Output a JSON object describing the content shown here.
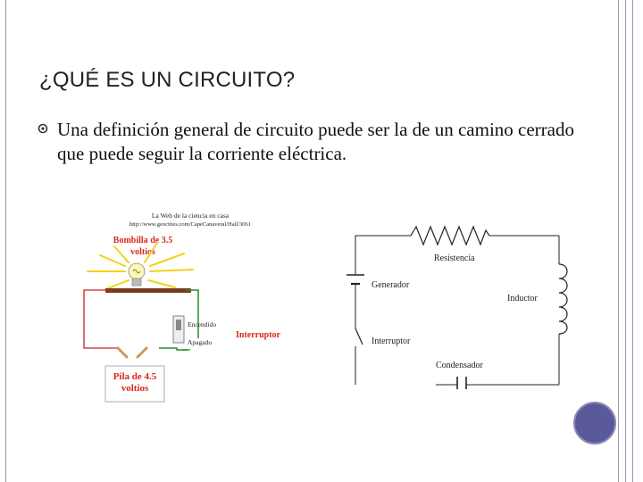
{
  "slide": {
    "title": "¿QUÉ ES UN CIRCUITO?",
    "bullet": "Una definición general de circuito puede ser la de un camino cerrado que puede seguir la corriente eléctrica."
  },
  "left_diagram": {
    "site_title": "La Web de la ciencia en casa",
    "site_url": "http://www.geocities.com/CapeCanaveral/Hall/3061",
    "bulb_label_line1": "Bombilla de 3.5",
    "bulb_label_line2": "voltios",
    "switch_on": "Encendido",
    "switch_off": "Apagado",
    "switch_label": "Interruptor",
    "battery_label_line1": "Pila de 4.5",
    "battery_label_line2": "voltios",
    "colors": {
      "label_red": "#d9261c",
      "wire_red": "#cc2020",
      "wire_green": "#2a8a2a",
      "rays": "#f2d21a"
    }
  },
  "right_diagram": {
    "resistor_label": "Resistencia",
    "generator_label": "Generador",
    "inductor_label": "Inductor",
    "switch_label": "Interruptor",
    "capacitor_label": "Condensador"
  },
  "theme": {
    "accent_circle": "#5a5a9a",
    "rail_color": "#9a9ab0"
  }
}
